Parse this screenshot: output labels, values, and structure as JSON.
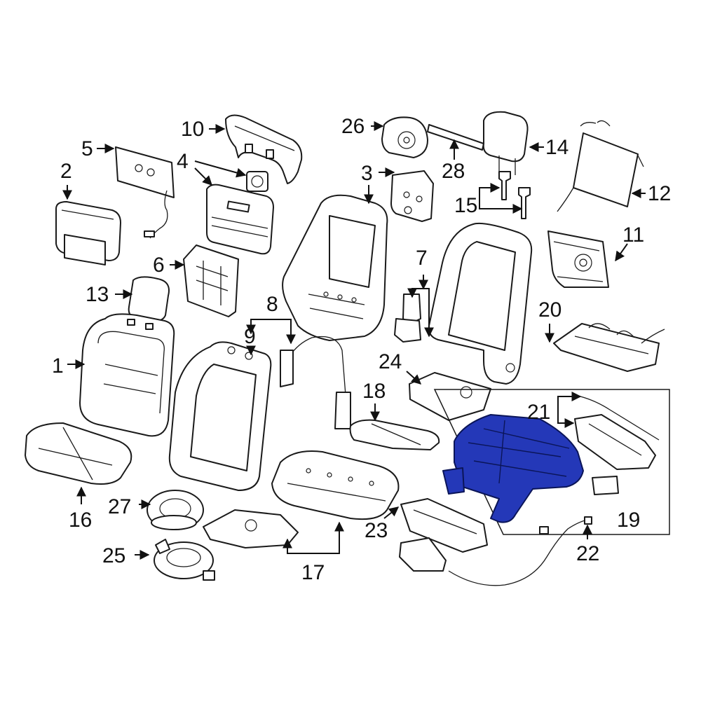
{
  "highlight_color": "#2438b8",
  "callouts": {
    "c1": "1",
    "c2": "2",
    "c3": "3",
    "c4": "4",
    "c5": "5",
    "c6": "6",
    "c7": "7",
    "c8": "8",
    "c9": "9",
    "c10": "10",
    "c11": "11",
    "c12": "12",
    "c13": "13",
    "c14": "14",
    "c15": "15",
    "c16": "16",
    "c17": "17",
    "c18": "18",
    "c19": "19",
    "c20": "20",
    "c21": "21",
    "c22": "22",
    "c23": "23",
    "c24": "24",
    "c25": "25",
    "c26": "26",
    "c27": "27",
    "c28": "28"
  }
}
